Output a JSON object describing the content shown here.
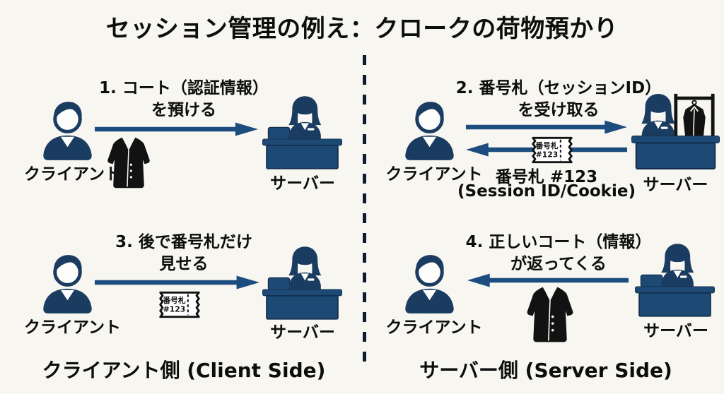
{
  "title": "セッション管理の例え：クロークの荷物預かり",
  "colors": {
    "background": "#f7f6f1",
    "navy_person": "#1b3c61",
    "navy_desk": "#1d4a74",
    "arrow": "#1d4d80",
    "ink": "#121212",
    "text": "#0d0d0d"
  },
  "icons": {
    "client": "person-icon",
    "server": "reception-desk-icon",
    "coat": "coat-icon",
    "ticket": "numbered-ticket-icon",
    "coat_rack": "coat-rack-icon",
    "arrow": "arrow-icon",
    "divider": "dashed-vertical-divider"
  },
  "quadrants": {
    "q1": {
      "step_line1": "1. コート（認証情報）",
      "step_line2": "を預ける",
      "client_label": "クライアント",
      "server_label": "サーバー"
    },
    "q2": {
      "step_line1": "2. 番号札（セッションID）",
      "step_line2": "を受け取る",
      "client_label": "クライアント",
      "server_label": "サーバー",
      "ticket": {
        "line1": "番号札",
        "line2": "#123"
      },
      "caption_line1": "番号札 #123",
      "caption_line2": "(Session ID/Cookie)"
    },
    "q3": {
      "step_line1": "3. 後で番号札だけ",
      "step_line2": "見せる",
      "client_label": "クライアント",
      "server_label": "サーバー",
      "ticket": {
        "line1": "番号札",
        "line2": "#123"
      }
    },
    "q4": {
      "step_line1": "4. 正しいコート（情報）",
      "step_line2": "が返ってくる",
      "client_label": "クライアント",
      "server_label": "サーバー"
    }
  },
  "footer": {
    "client_side": "クライアント側 (Client Side)",
    "server_side": "サーバー側 (Server Side)"
  }
}
